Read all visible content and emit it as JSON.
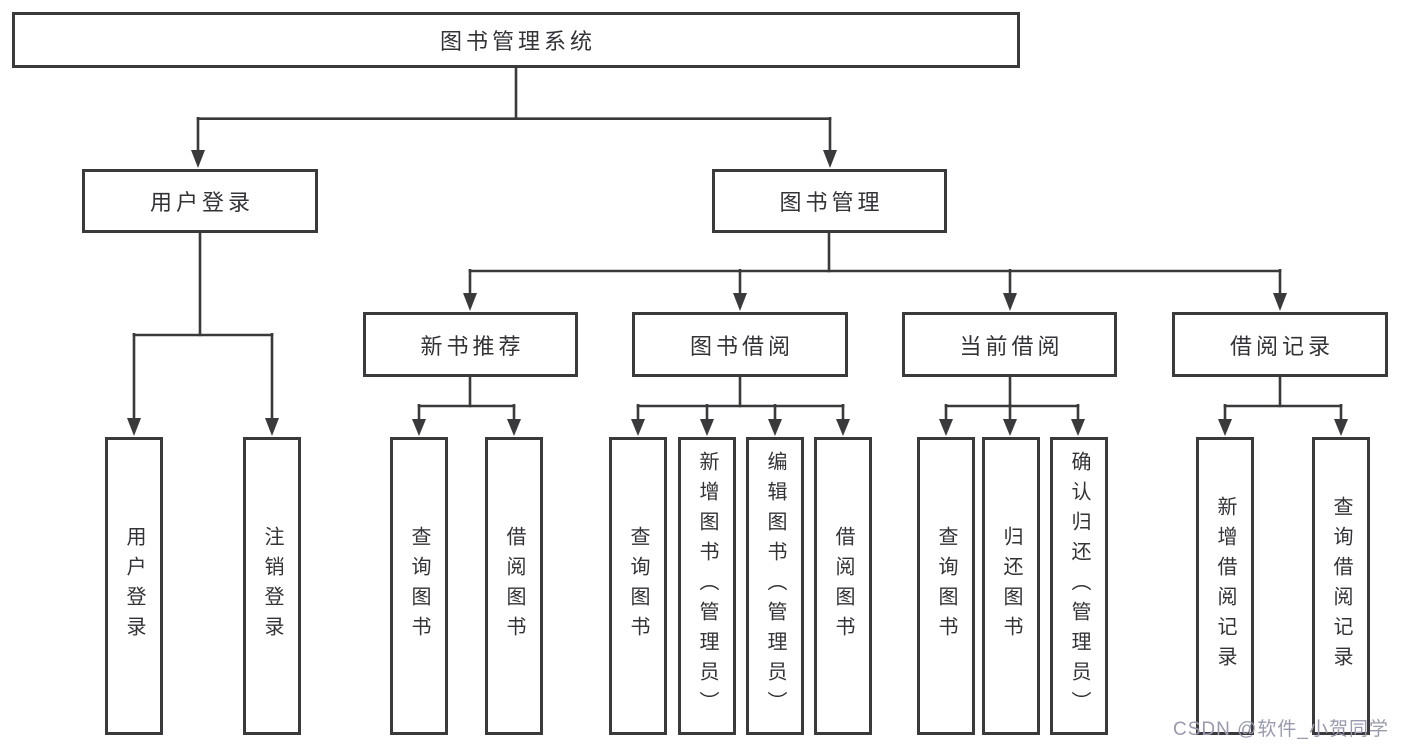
{
  "colors": {
    "line": "#3a3a3c",
    "text": "#333337",
    "watermark": "#9a9aaf",
    "background": "#ffffff"
  },
  "watermark": {
    "text": "CSDN @软件_小贺同学"
  },
  "tree": {
    "label": "图书管理系统",
    "children": [
      {
        "label": "用户登录",
        "children": [
          {
            "label": "用户登录"
          },
          {
            "label": "注销登录"
          }
        ]
      },
      {
        "label": "图书管理",
        "children": [
          {
            "label": "新书推荐",
            "children": [
              {
                "label": "查询图书"
              },
              {
                "label": "借阅图书"
              }
            ]
          },
          {
            "label": "图书借阅",
            "children": [
              {
                "label": "查询图书"
              },
              {
                "label": "新增图书（管理员）"
              },
              {
                "label": "编辑图书（管理员）"
              },
              {
                "label": "借阅图书"
              }
            ]
          },
          {
            "label": "当前借阅",
            "children": [
              {
                "label": "查询图书"
              },
              {
                "label": "归还图书"
              },
              {
                "label": "确认归还（管理员）"
              }
            ]
          },
          {
            "label": "借阅记录",
            "children": [
              {
                "label": "新增借阅记录"
              },
              {
                "label": "查询借阅记录"
              }
            ]
          }
        ]
      }
    ]
  }
}
